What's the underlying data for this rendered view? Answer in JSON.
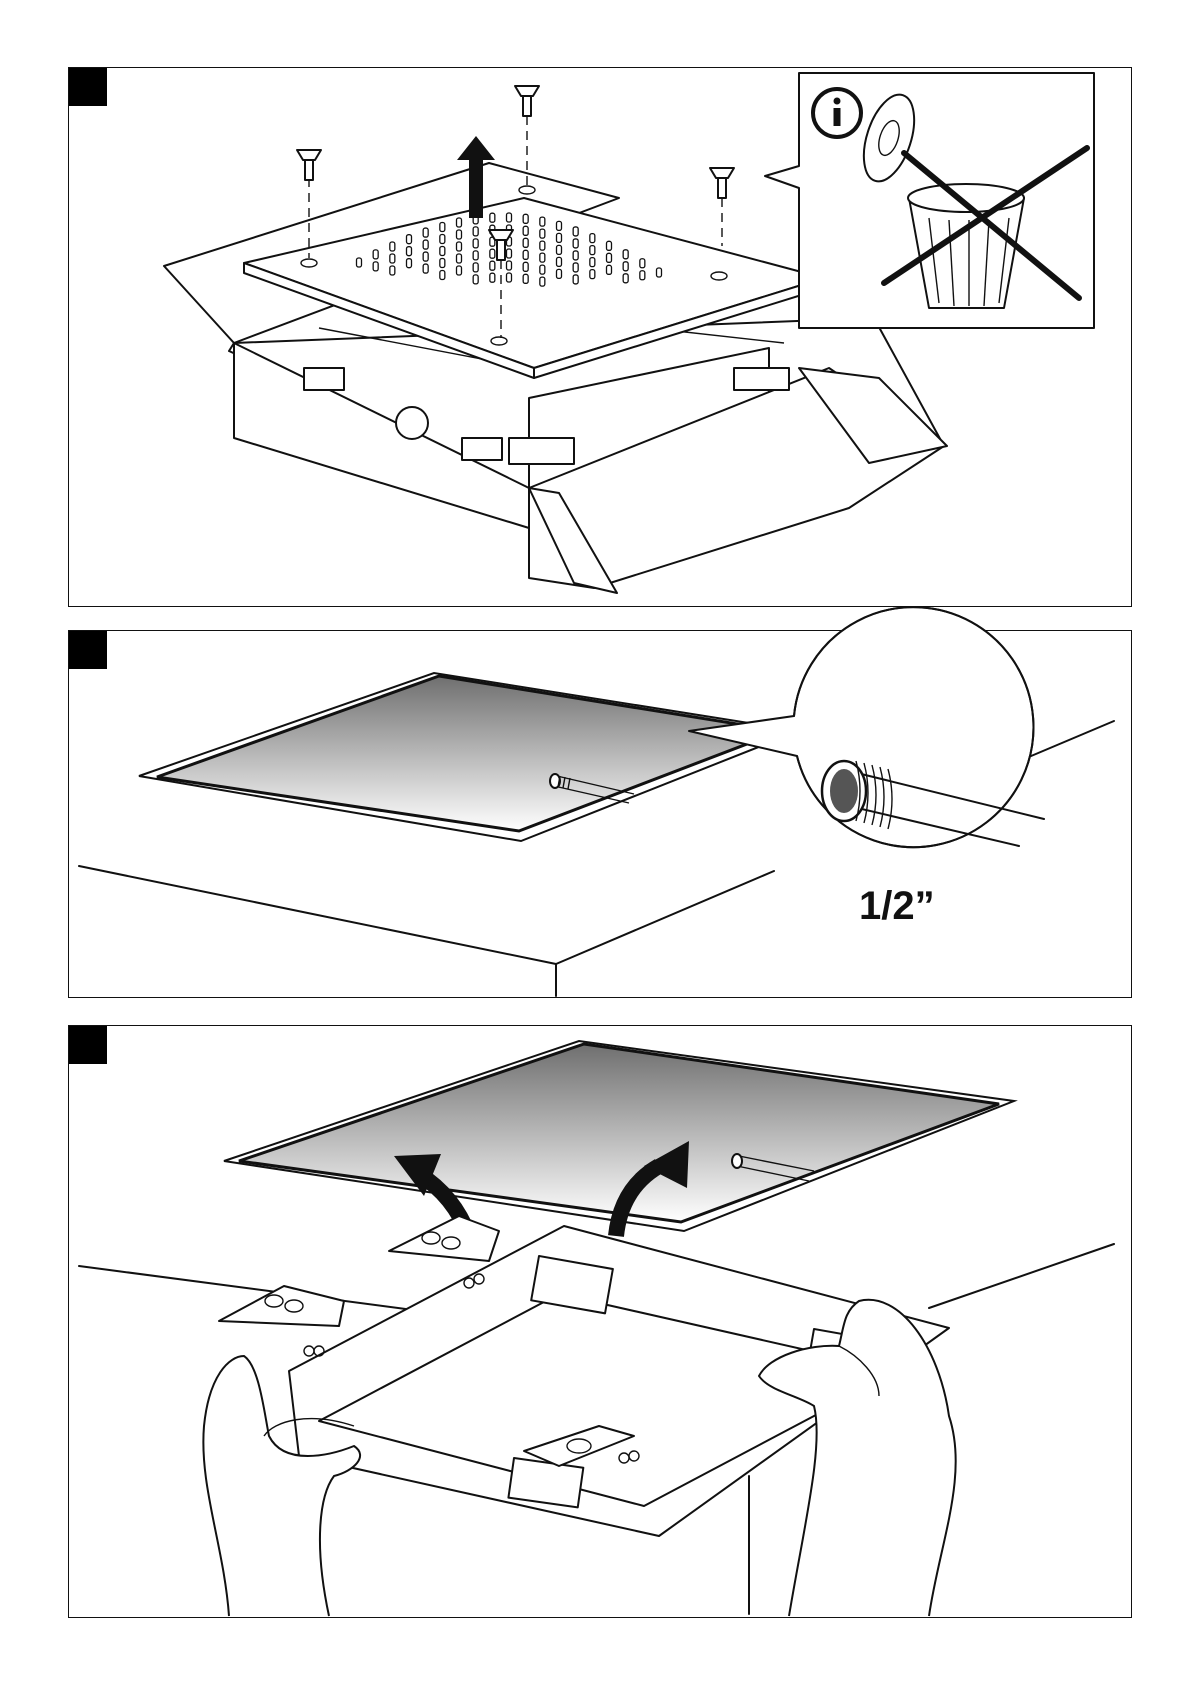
{
  "panels": [
    {
      "id": "step-1",
      "has_info_callout": true
    },
    {
      "id": "step-2",
      "callout_label": "1/2”"
    },
    {
      "id": "step-3"
    }
  ],
  "icons": {
    "info": "info-icon",
    "prohibited": "cross-out-icon",
    "waste_bin": "trash-bin-icon",
    "lift_arrow": "arrow-up-icon",
    "screw": "screw-icon"
  },
  "colors": {
    "line": "#111111",
    "panel_gradient_top": "#6f6f6f",
    "panel_gradient_bottom": "#ffffff"
  }
}
